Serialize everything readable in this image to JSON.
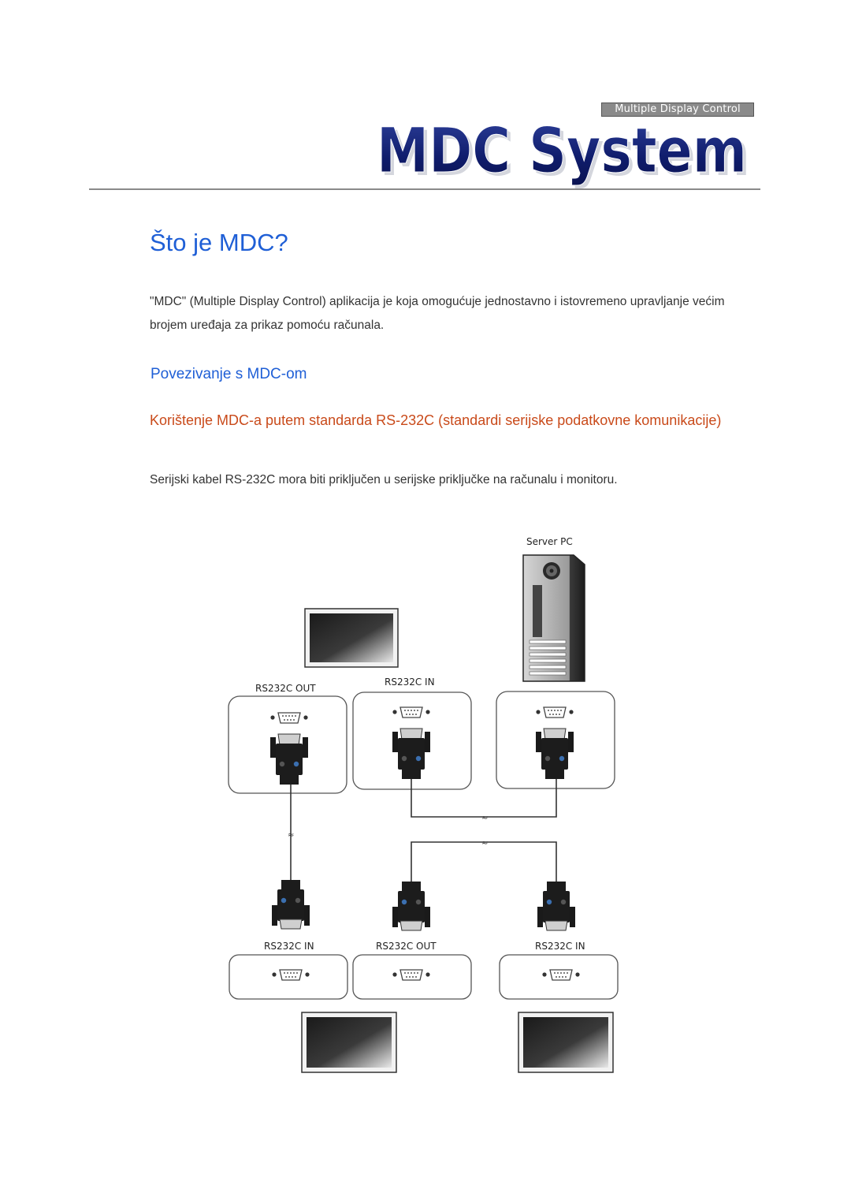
{
  "logo": {
    "tagline": "Multiple Display Control",
    "title": "MDC System"
  },
  "heading": "Što je MDC?",
  "intro": "\"MDC\" (Multiple Display Control) aplikacija je koja omogućuje jednostavno i istovremeno upravljanje većim brojem uređaja za prikaz pomoću računala.",
  "section_title": "Povezivanje s MDC-om",
  "subsection_title": "Korištenje MDC-a putem standarda RS-232C (standardi serijske podatkovne komunikacije)",
  "subsection_text": "Serijski kabel RS-232C mora biti priključen u serijske priključke na računalu i monitoru.",
  "diagram": {
    "server_label": "Server PC",
    "port_labels": {
      "top_left": "RS232C OUT",
      "top_middle": "RS232C IN",
      "bottom_left": "RS232C IN",
      "bottom_middle": "RS232C OUT",
      "bottom_right": "RS232C IN"
    }
  }
}
